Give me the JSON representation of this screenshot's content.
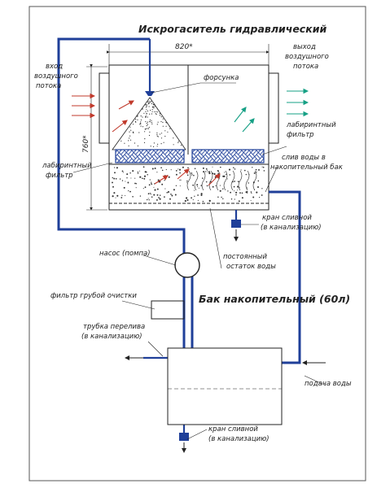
{
  "title": "Искрогаситель гидравлический",
  "dimensions": {
    "width": "820*",
    "height": "760*"
  },
  "labels": {
    "air_inlet": [
      "вход",
      "воздушного",
      "потока"
    ],
    "air_outlet": [
      "выход",
      "воздушного",
      "потока"
    ],
    "nozzle": "форсунка",
    "labyrinth_right": [
      "лабиринтный",
      "фильтр"
    ],
    "labyrinth_left": [
      "лабиринтный",
      "фильтр"
    ],
    "water_drain": [
      "слив воды в",
      "накопительный бак"
    ],
    "drain_valve_top": [
      "кран сливной",
      "(в канализацию)"
    ],
    "pump": "насос (помпа)",
    "residual_water": [
      "постоянный",
      "остаток воды"
    ],
    "coarse_filter": "фильтр грубой очистки",
    "tank_title": "Бак накопительный (60л)",
    "overflow": [
      "трубка перелива",
      "(в канализацию)"
    ],
    "water_supply": "подача воды",
    "drain_valve_bottom": [
      "кран сливной",
      "(в канализацию)"
    ]
  },
  "colors": {
    "pipe": "#1f3f99",
    "arrow_red": "#c0392b",
    "arrow_teal": "#16a085",
    "outline": "#222222"
  }
}
